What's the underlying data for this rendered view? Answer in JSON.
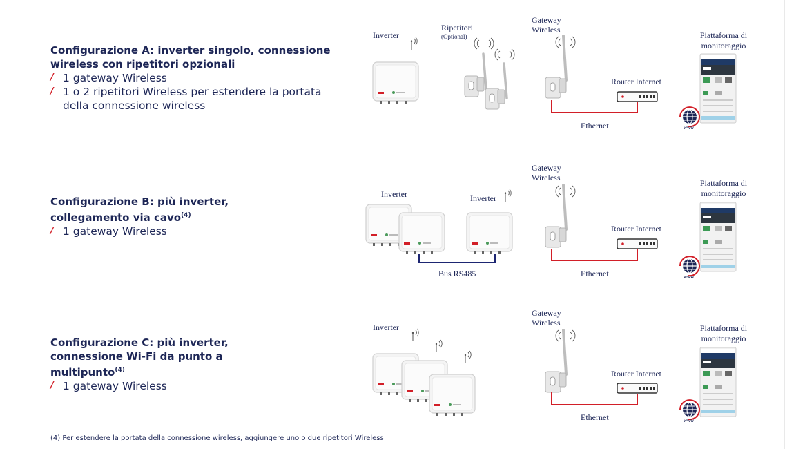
{
  "configs": [
    {
      "title": "Configurazione A: inverter singolo, connessione wireless con ripetitori opzionali",
      "sup": "",
      "bullets": [
        "1 gateway Wireless",
        "1 o 2 ripetitori Wireless per estendere la portata della connessione wireless"
      ]
    },
    {
      "title": "Configurazione B: più inverter, collegamento via cavo",
      "sup": "(4)",
      "bullets": [
        "1 gateway Wireless"
      ]
    },
    {
      "title": "Configurazione C: più inverter, connessione Wi-Fi da punto a multipunto",
      "sup": "(4)",
      "bullets": [
        "1 gateway Wireless"
      ]
    }
  ],
  "diagram": {
    "inverter": "Inverter",
    "repeaters": "Ripetitori",
    "optional": "(Optional)",
    "gateway_line1": "Gateway",
    "gateway_line2": "Wireless",
    "router": "Router Internet",
    "ethernet": "Ethernet",
    "platform_line1": "Piattaforma di",
    "platform_line2": "monitoraggio",
    "bus": "Bus RS485",
    "www": "www"
  },
  "footnote": "(4) Per estendere la portata della connessione wireless, aggiungere uno o due ripetitori Wireless",
  "colors": {
    "accent": "#d21f28",
    "navy": "#1d2656",
    "bus": "#1d2672"
  }
}
